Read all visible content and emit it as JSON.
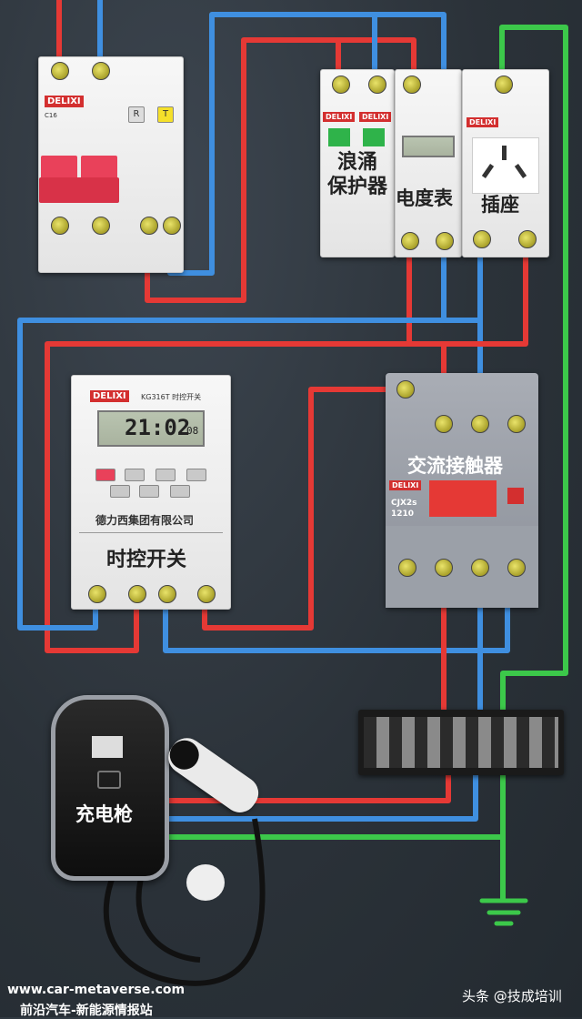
{
  "labels": {
    "surge_protector": "浪涌\n保护器",
    "surge_line1": "浪涌",
    "surge_line2": "保护器",
    "meter": "电度表",
    "socket": "插座",
    "timer_switch": "时控开关",
    "contactor": "交流接触器",
    "charging_gun": "充电枪"
  },
  "device_text": {
    "breaker_brand": "DELIXI",
    "breaker_rating": "C16",
    "breaker_btn_r": "R",
    "breaker_btn_t": "T",
    "timer_brand": "DELIXI",
    "timer_model": "KG316T 时控开关",
    "timer_display": "21:02",
    "timer_seconds": "08",
    "timer_company": "德力西集团有限公司",
    "contactor_brand": "DELIXI",
    "contactor_model": "CJX2s",
    "contactor_rating": "1210"
  },
  "footer": {
    "website": "www.car-metaverse.com",
    "site_name": "前沿汽车-新能源情报站",
    "credit": "头条 @技成培训"
  },
  "colors": {
    "live_wire": "#e53935",
    "neutral_wire": "#3f8fe0",
    "ground_wire": "#3cc84a"
  }
}
